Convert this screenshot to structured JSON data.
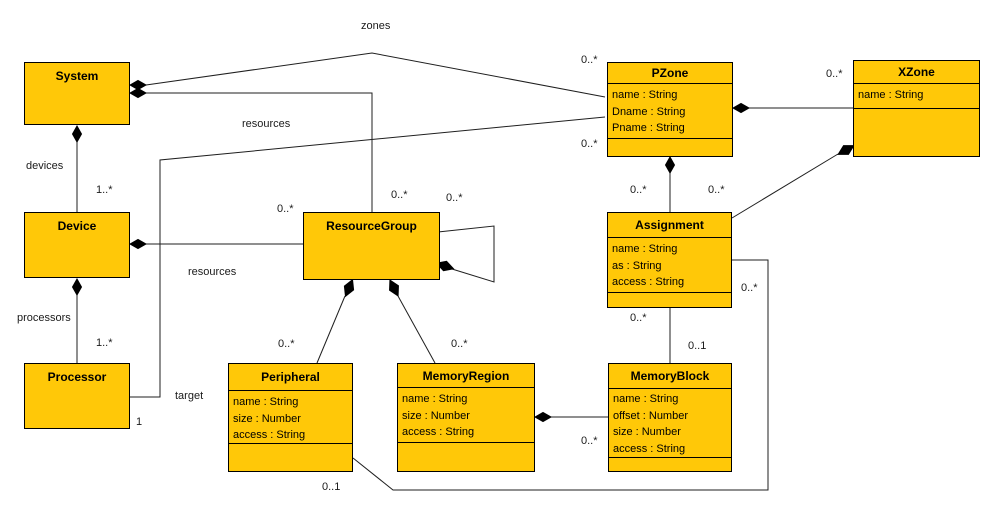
{
  "diagram": {
    "kind": "uml-class-diagram",
    "colors": {
      "class_fill": "#FFC808",
      "class_border": "#000000",
      "edge_line": "#1f1f1f",
      "background": "#FFFFFF"
    },
    "classes": [
      {
        "id": "system",
        "name": "System",
        "attributes": []
      },
      {
        "id": "device",
        "name": "Device",
        "attributes": []
      },
      {
        "id": "processor",
        "name": "Processor",
        "attributes": []
      },
      {
        "id": "resource-group",
        "name": "ResourceGroup",
        "attributes": []
      },
      {
        "id": "peripheral",
        "name": "Peripheral",
        "attributes": [
          "name : String",
          "size : Number",
          "access : String"
        ]
      },
      {
        "id": "memory-region",
        "name": "MemoryRegion",
        "attributes": [
          "name : String",
          "size : Number",
          "access : String"
        ]
      },
      {
        "id": "memory-block",
        "name": "MemoryBlock",
        "attributes": [
          "name : String",
          "offset : Number",
          "size : Number",
          "access : String"
        ]
      },
      {
        "id": "assignment",
        "name": "Assignment",
        "attributes": [
          "name : String",
          "as : String",
          "access : String"
        ]
      },
      {
        "id": "pzone",
        "name": "PZone",
        "attributes": [
          "name : String",
          "Dname : String",
          "Pname : String"
        ]
      },
      {
        "id": "xzone",
        "name": "XZone",
        "attributes": [
          "name : String"
        ]
      }
    ],
    "labels": {
      "zones": "zones",
      "resources_top": "resources",
      "resources_left": "resources",
      "devices": "devices",
      "processors": "processors",
      "target": "target",
      "m_device": "1..*",
      "m_processor": "1..*",
      "m_target_processor": "1",
      "m_rg_device": "0..*",
      "m_rg_system": "0..*",
      "m_rg_self": "0..*",
      "m_peripheral": "0..*",
      "m_memory_region": "0..*",
      "m_pzone_zones": "0..*",
      "m_pzone_target": "0..*",
      "m_xzone": "0..*",
      "m_assignment_pzone": "0..*",
      "m_assignment_xzone": "0..*",
      "m_assignment_peripheral": "0..*",
      "m_assignment_memoryblock": "0..*",
      "m_memoryblock_assignment": "0..1",
      "m_memoryblock_region": "0..*",
      "m_peripheral_assignment": "0..1"
    }
  }
}
